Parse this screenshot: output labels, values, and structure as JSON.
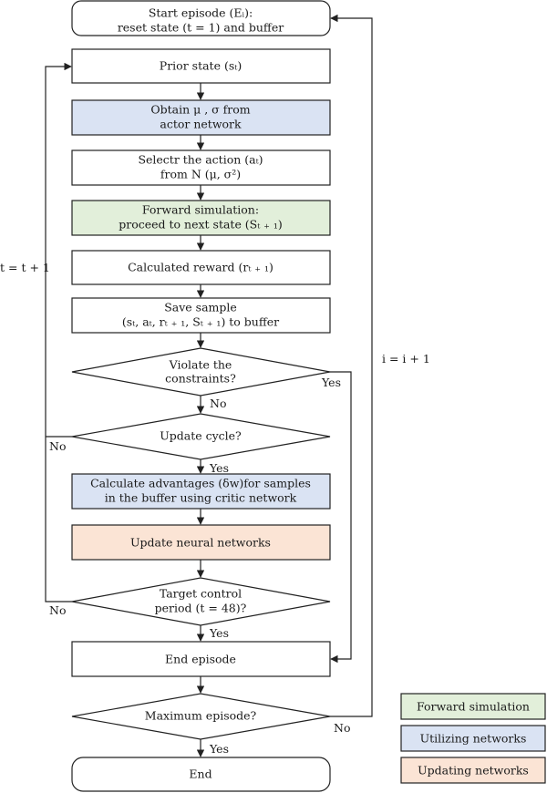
{
  "colors": {
    "forward_simulation": "#e2efda",
    "utilizing_networks": "#dae3f3",
    "updating_networks": "#fbe4d5",
    "plain": "#ffffff",
    "stroke": "#222222"
  },
  "nodes": {
    "start": {
      "line1": "Start episode (Eᵢ):",
      "line2": "reset state (t = 1) and buffer"
    },
    "prior_state": {
      "line1": "Prior state (sₜ)"
    },
    "obtain": {
      "line1": "Obtain μ , σ  from",
      "line2": "actor network"
    },
    "select": {
      "line1": "Selectr the action (aₜ)",
      "line2": "from N (μ, σ²)"
    },
    "forward": {
      "line1": "Forward simulation:",
      "line2": "proceed to next state (Sₜ ₊ ₁)"
    },
    "reward": {
      "line1": "Calculated reward (rₜ ₊ ₁)"
    },
    "save": {
      "line1": "Save sample",
      "line2": "(sₜ, aₜ, rₜ ₊ ₁, Sₜ ₊ ₁) to buffer"
    },
    "violate": {
      "line1": "Violate the",
      "line2": "constraints?"
    },
    "update_cycle": {
      "line1": "Update cycle?"
    },
    "advantages": {
      "line1": "Calculate advantages (δw)for samples",
      "line2": "in the buffer using critic network"
    },
    "update_nn": {
      "line1": "Update neural networks"
    },
    "target": {
      "line1": "Target control",
      "line2": "period (t = 48)?"
    },
    "end_episode": {
      "line1": "End episode"
    },
    "max_episode": {
      "line1": "Maximum episode?"
    },
    "end": {
      "line1": "End"
    }
  },
  "edge_labels": {
    "violate_yes": "Yes",
    "violate_no": "No",
    "update_cycle_no": "No",
    "update_cycle_yes": "Yes",
    "target_no": "No",
    "target_yes": "Yes",
    "max_no": "No",
    "max_yes": "Yes",
    "t_increment": "t = t + 1",
    "i_increment": "i = i + 1"
  },
  "legend": [
    {
      "label": "Forward simulation",
      "color_key": "forward_simulation"
    },
    {
      "label": "Utilizing networks",
      "color_key": "utilizing_networks"
    },
    {
      "label": "Updating networks",
      "color_key": "updating_networks"
    }
  ]
}
